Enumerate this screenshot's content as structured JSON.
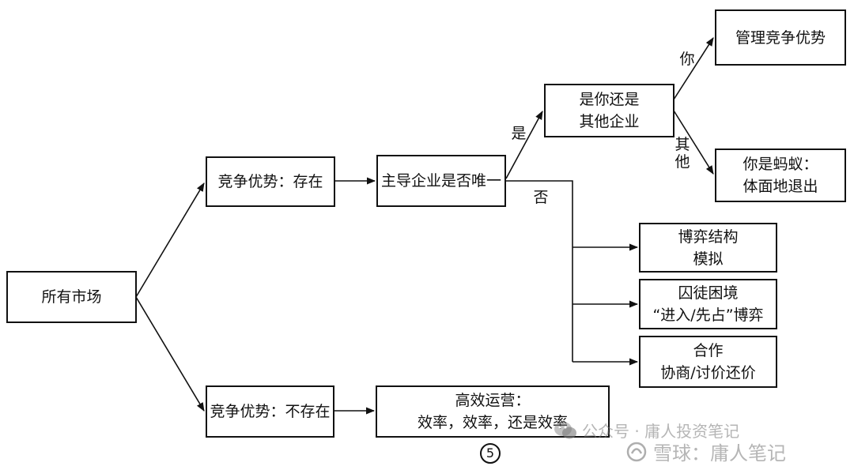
{
  "nodes": {
    "all_markets": "所有市场",
    "adv_exists": "竞争优势：存在",
    "adv_not_exists": "竞争优势：不存在",
    "dominant_unique": "主导企业是否唯一",
    "you_or_other": [
      "是你还是",
      "其他企业"
    ],
    "manage_adv": "管理竞争优势",
    "ant_exit": [
      "你是蚂蚁：",
      "体面地退出"
    ],
    "game_structure": [
      "博弈结构",
      "模拟"
    ],
    "prisoners_dilemma": [
      "囚徒困境",
      "“进入/先占”博弈"
    ],
    "cooperate": [
      "合作",
      "协商/讨价还价"
    ],
    "efficient_ops": [
      "高效运营：",
      "效率，效率，还是效率"
    ]
  },
  "edge_labels": {
    "yes": "是",
    "no": "否",
    "you": "你",
    "other": [
      "其",
      "他"
    ]
  },
  "page_number": "5",
  "watermark": {
    "wechat_text": "公众号 · 庸人投资笔记",
    "xueqiu_text": "雪球：庸人笔记"
  },
  "colors": {
    "line": "#111111",
    "watermark": "#888888"
  }
}
